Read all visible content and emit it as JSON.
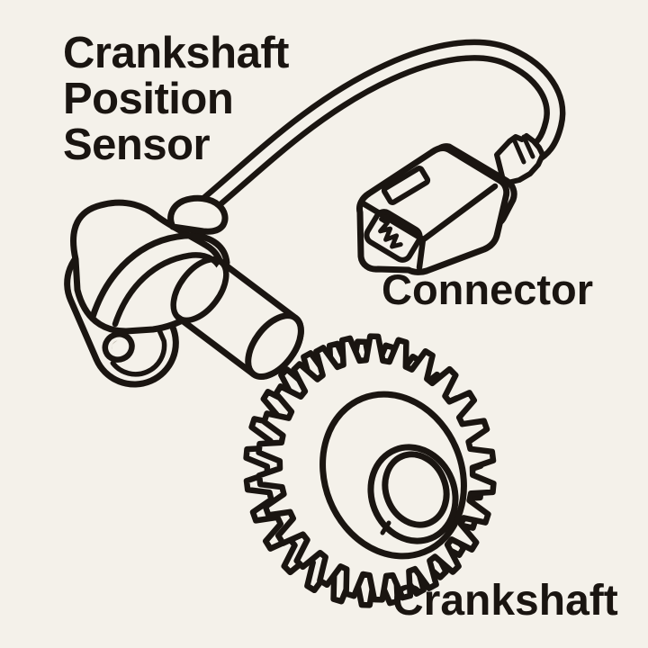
{
  "colors": {
    "background": "#f4f1ea",
    "ink": "#1a1511",
    "hole_shading": "#c9c3b7"
  },
  "labels": {
    "sensor_line1": "Crankshaft",
    "sensor_line2": "Position",
    "sensor_line3": "Sensor",
    "connector": "Connector",
    "crankshaft": "Crankshaft"
  }
}
